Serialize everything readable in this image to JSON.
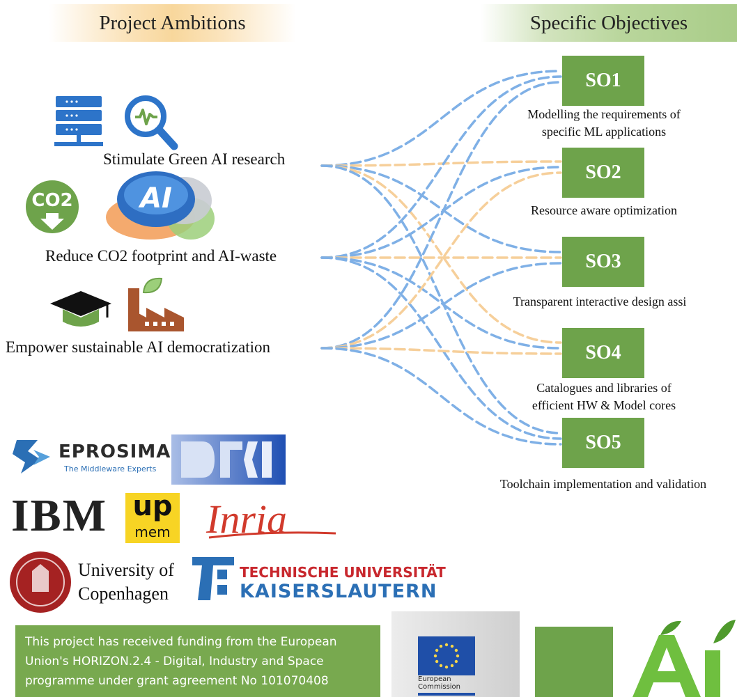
{
  "headers": {
    "left": "Project Ambitions",
    "right": "Specific Objectives"
  },
  "ambitions": [
    {
      "label": "Stimulate Green AI research"
    },
    {
      "label": "Reduce CO2 footprint and AI-waste"
    },
    {
      "label": "Empower sustainable AI democratization"
    }
  ],
  "objectives": [
    {
      "code": "SO1",
      "line1": "Modelling the requirements of",
      "line2": "specific ML applications"
    },
    {
      "code": "SO2",
      "line1": "Resource aware optimization",
      "line2": ""
    },
    {
      "code": "SO3",
      "line1": "Transparent interactive design assi",
      "line2": ""
    },
    {
      "code": "SO4",
      "line1": "Catalogues and libraries of",
      "line2": "efficient HW & Model cores"
    },
    {
      "code": "SO5",
      "line1": "Toolchain implementation and validation",
      "line2": ""
    }
  ],
  "icons": {
    "co2": "CO2",
    "ai_badge": "AI"
  },
  "partners": {
    "eprosima": "EPROSIMA",
    "eprosima_tagline": "The Middleware Experts",
    "ibm": "IBM",
    "upmem_top": "up",
    "upmem_bottom": "mem",
    "inria": "Inria",
    "ucph_line1": "University of",
    "ucph_line2": "Copenhagen",
    "tuk_line1": "TECHNISCHE UNIVERSITÄT",
    "tuk_line2": "KAISERSLAUTERN"
  },
  "funding_text": "This project has received funding from the European Union's HORIZON.2.4 - Digital, Industry and Space programme under grant agreement No 101070408",
  "ec_logo_text": "European Commission",
  "colors": {
    "blue_link": "#7fb0e6",
    "orange_link": "#f6cf9a",
    "so_green": "#6ea34b",
    "funding_green": "#78a94f"
  }
}
